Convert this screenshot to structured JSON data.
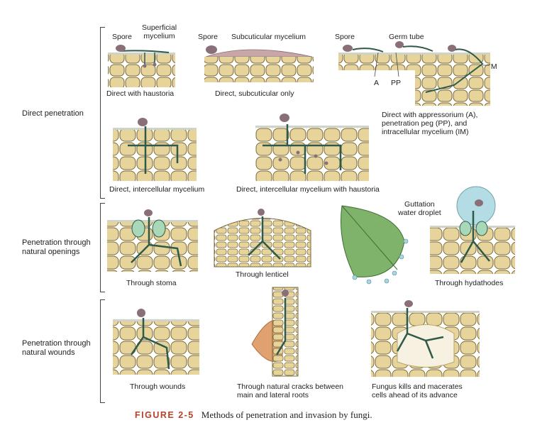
{
  "groups": {
    "direct": "Direct penetration",
    "openings": "Penetration through\nnatural openings",
    "wounds": "Penetration through\nnatural wounds"
  },
  "labels": {
    "spore1": "Spore",
    "superficial": "Superficial\nmycelium",
    "spore2": "Spore",
    "subcuticular": "Subcuticular mycelium",
    "spore3": "Spore",
    "germ_tube": "Germ tube",
    "im": "IM",
    "a": "A",
    "pp": "PP",
    "guttation": "Guttation\nwater droplet"
  },
  "captions": {
    "haustoria": "Direct with haustoria",
    "subcut_only": "Direct, subcuticular only",
    "appressorium": "Direct with appressorium (A),\npenetration peg (PP), and\nintracellular mycelium (IM)",
    "intercellular": "Direct, intercellular mycelium",
    "intercellular_haustoria": "Direct, intercellular mycelium with haustoria",
    "stoma": "Through stoma",
    "lenticel": "Through lenticel",
    "hydathodes": "Through hydathodes",
    "wounds": "Through wounds",
    "cracks": "Through natural cracks between\nmain and lateral roots",
    "macerates": "Fungus kills and macerates\ncells ahead of its advance"
  },
  "figure": {
    "number": "FIGURE 2-5",
    "title": "Methods of penetration and invasion by fungi."
  },
  "colors": {
    "cell_fill": "#e6d49a",
    "cell_stroke": "#7a6a3c",
    "cuticle": "#cfd3c8",
    "hypha": "#2f5a4a",
    "spore": "#8a6f78",
    "guard_cell": "#a9d8b8",
    "leaf": "#7fb26a",
    "droplet": "#a8d6e0",
    "accent": "#b5422a"
  }
}
